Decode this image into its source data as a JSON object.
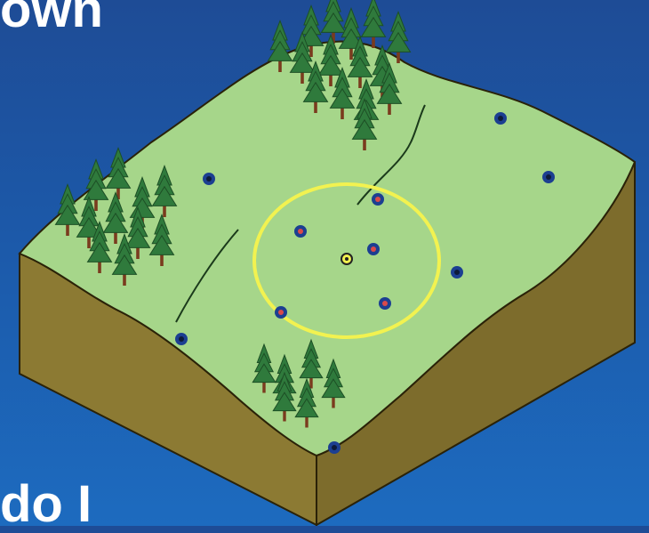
{
  "slide": {
    "title_fragment": "own",
    "body_fragment": "do I"
  },
  "colors": {
    "background_top": "#1e4c96",
    "background_bottom": "#1d6bbf",
    "grass": "#a6d68a",
    "soil": "#8c7a33",
    "tree_green": "#2f7a3c",
    "trunk": "#7a3b1e",
    "search_circle": "#f2f250",
    "point_fill": "#1c3f91",
    "point_center_found": "#d94a4a",
    "point_center_other": "#0d1b3a",
    "center_point": "#f2f250"
  },
  "scene": {
    "points_inside_circle": 5,
    "points_outside_circle": 6,
    "tree_groups": 3,
    "streams": 2
  }
}
